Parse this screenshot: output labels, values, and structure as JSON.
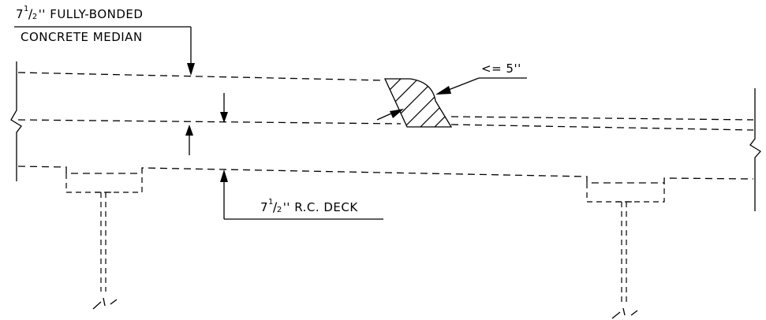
{
  "labels": {
    "median_fraction": {
      "whole": "7",
      "num": "1",
      "den": "2"
    },
    "median_line1": "'' FULLY-BONDED",
    "median_line2": "CONCRETE MEDIAN",
    "clearance": "<= 5''",
    "deck_fraction": {
      "whole": "7",
      "num": "1",
      "den": "2"
    },
    "deck_text": "'' R.C. DECK"
  }
}
